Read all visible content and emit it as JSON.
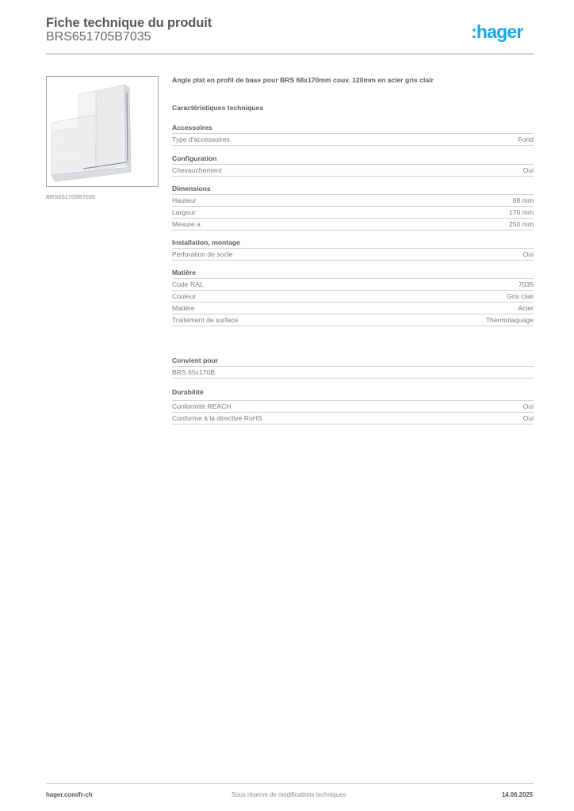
{
  "header": {
    "title": "Fiche technique du produit",
    "product_code": "BRS651705B7035",
    "logo_text": ":hager",
    "logo_color": "#1aa5e6"
  },
  "product_image": {
    "alt": "Angle plat gris clair",
    "caption": "BRS651705B7035"
  },
  "description": "Angle plat en profil de base pour BRS 68x170mm couv. 120mm en acier gris clair",
  "spec_title": "Caractéristiques techniques",
  "sections": [
    {
      "title": "Accessoires",
      "rows": [
        {
          "label": "Type d'accessoires",
          "value": "Fond"
        }
      ]
    },
    {
      "title": "Configuration",
      "rows": [
        {
          "label": "Chevauchement",
          "value": "Oui"
        }
      ]
    },
    {
      "title": "Dimensions",
      "rows": [
        {
          "label": "Hauteur",
          "value": "68 mm"
        },
        {
          "label": "Largeur",
          "value": "170 mm"
        },
        {
          "label": "Mesure a",
          "value": "250 mm"
        }
      ]
    },
    {
      "title": "Installation, montage",
      "rows": [
        {
          "label": "Perforation de socle",
          "value": "Oui"
        }
      ]
    },
    {
      "title": "Matière",
      "rows": [
        {
          "label": "Code RAL",
          "value": "7035"
        },
        {
          "label": "Couleur",
          "value": "Gris clair"
        },
        {
          "label": "Matière",
          "value": "Acier"
        },
        {
          "label": "Traitement de surface",
          "value": "Thermolaquage"
        }
      ]
    },
    {
      "title": "Convient pour",
      "rows": [
        {
          "label": "BRS 65x170B",
          "value": ""
        }
      ]
    },
    {
      "title": "Durabilité",
      "rows": [
        {
          "label": "Conformité REACH",
          "value": "Oui"
        },
        {
          "label": "Conforme à la directive RoHS",
          "value": "Oui"
        }
      ]
    }
  ],
  "footer": {
    "website": "hager.com/fr-ch",
    "disclaimer": "Sous réserve de modifications techniques",
    "date": "14.06.2025"
  }
}
